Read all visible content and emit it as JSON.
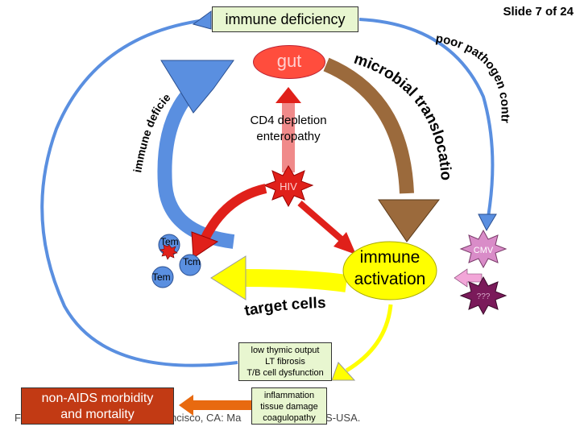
{
  "slide_number": "Slide 7 of 24",
  "nodes": {
    "immune_deficiency_top": "immune deficiency",
    "gut": "gut",
    "cd4_line1": "CD4 depletion",
    "cd4_line2": "enteropathy",
    "hiv": "HIV",
    "immune_activation_line1": "immune",
    "immune_activation_line2": "activation",
    "cmv": "CMV",
    "unknown": "???",
    "tem_top": "Tem",
    "tcm": "Tcm",
    "tem_bottom": "Tem",
    "low_thymic": [
      "low thymic output",
      "LT fibrosis",
      "T/B cell dysfunction"
    ],
    "inflammation": [
      "inflammation",
      "tissue damage",
      "coagulopathy"
    ],
    "non_aids": [
      "non-AIDS morbidity",
      "and mortality"
    ]
  },
  "arc_labels": {
    "immune_deficiency_left": "immune deficiency",
    "microbial_translocation": "microbial translocation",
    "poor_pathogen_control": "poor pathogen control",
    "target_cells": "target cells"
  },
  "footer": {
    "left": "F",
    "middle": "ncisco, CA: Ma",
    "right": "AS-USA."
  },
  "colors": {
    "blue": "#5a8fe0",
    "brown": "#9b6a3c",
    "yellow": "#ffff00",
    "red": "#e0201a",
    "box_fill": "#e8f6d0",
    "cmv": "#d98cc8",
    "unknown": "#7a1a5a",
    "non_aids": "#c23a14"
  }
}
